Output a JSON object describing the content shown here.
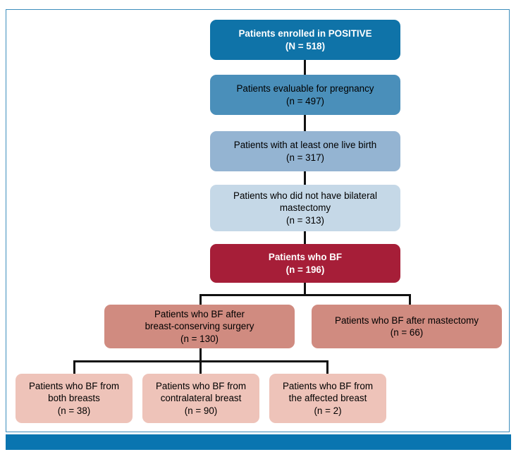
{
  "figure": {
    "type": "flowchart",
    "title": "POSITIVE trial breastfeeding CONSORT-style flow diagram",
    "accent_frame_color": "#3c8dbc",
    "bottom_bar_color": "#0a75b0"
  },
  "nodes": [
    {
      "id": "enrolled",
      "line1": "Patients enrolled in POSITIVE",
      "line2": "(N = 518)",
      "count_label": "N = 518",
      "count": 518,
      "fill": "#0f73a8",
      "text_color": "#ffffff",
      "bold": true,
      "level": 0
    },
    {
      "id": "evaluable",
      "line1": "Patients evaluable for pregnancy",
      "line2": "(n = 497)",
      "count_label": "n = 497",
      "count": 497,
      "fill": "#4a8fba",
      "text_color": "#000000",
      "bold": false,
      "level": 1
    },
    {
      "id": "live-birth",
      "line1": "Patients with at least one live birth",
      "line2": "(n = 317)",
      "count_label": "n = 317",
      "count": 317,
      "fill": "#94b4d2",
      "text_color": "#000000",
      "bold": false,
      "level": 2
    },
    {
      "id": "no-bilateral-mastectomy",
      "line1": "Patients who did not have bilateral",
      "line2": "mastectomy",
      "line3": "(n = 313)",
      "count_label": "n = 313",
      "count": 313,
      "fill": "#c5d8e7",
      "text_color": "#000000",
      "bold": false,
      "level": 3
    },
    {
      "id": "bf",
      "line1": "Patients who BF",
      "line2": "(n = 196)",
      "count_label": "n = 196",
      "count": 196,
      "fill": "#a61e38",
      "text_color": "#ffffff",
      "bold": true,
      "level": 4
    },
    {
      "id": "bf-after-bcs",
      "line1": "Patients who BF after",
      "line2": "breast-conserving surgery",
      "line3": "(n = 130)",
      "count_label": "n = 130",
      "count": 130,
      "fill": "#d08b80",
      "text_color": "#000000",
      "bold": false,
      "level": 5
    },
    {
      "id": "bf-after-mastectomy",
      "line1": "Patients who BF after mastectomy",
      "line2": "(n = 66)",
      "count_label": "n = 66",
      "count": 66,
      "fill": "#d08b80",
      "text_color": "#000000",
      "bold": false,
      "level": 5
    },
    {
      "id": "bf-both-breasts",
      "line1": "Patients who BF from",
      "line2": "both breasts",
      "line3": "(n = 38)",
      "count_label": "n = 38",
      "count": 38,
      "fill": "#eec3b9",
      "text_color": "#000000",
      "bold": false,
      "level": 6
    },
    {
      "id": "bf-contralateral-breast",
      "line1": "Patients who BF from",
      "line2": "contralateral breast",
      "line3": "(n = 90)",
      "count_label": "n = 90",
      "count": 90,
      "fill": "#eec3b9",
      "text_color": "#000000",
      "bold": false,
      "level": 6
    },
    {
      "id": "bf-affected-breast",
      "line1": "Patients who BF from",
      "line2": "the affected breast",
      "line3": "(n = 2)",
      "count_label": "n = 2",
      "count": 2,
      "fill": "#eec3b9",
      "text_color": "#000000",
      "bold": false,
      "level": 6
    }
  ],
  "text": {
    "enrolled": "Patients enrolled in POSITIVE\n(N = 518)",
    "evaluable": "Patients evaluable for pregnancy\n(n = 497)",
    "live_birth": "Patients with at least one live birth\n(n = 317)",
    "no_bilateral_mastectomy": "Patients who did not have bilateral\nmastectomy\n(n = 313)",
    "bf": "Patients who BF\n(n = 196)",
    "bf_after_bcs": "Patients who BF after\nbreast-conserving surgery\n(n = 130)",
    "bf_after_mastectomy": "Patients who BF after mastectomy\n(n = 66)",
    "bf_both_breasts": "Patients who BF from\nboth breasts\n(n = 38)",
    "bf_contralateral_breast": "Patients who BF from\ncontralateral breast\n(n = 90)",
    "bf_affected_breast": "Patients who BF from\nthe affected breast\n(n = 2)"
  }
}
